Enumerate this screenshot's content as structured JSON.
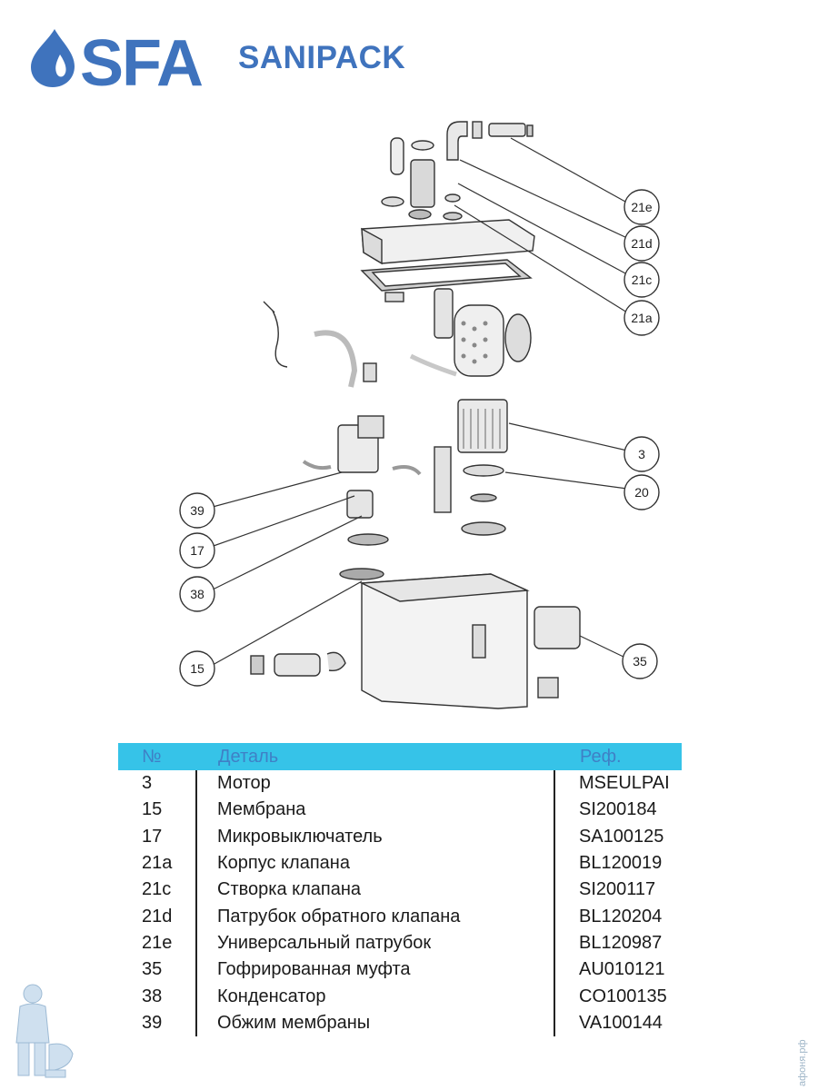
{
  "brand": {
    "logo_text": "SFA",
    "product": "SANIPACK",
    "color": "#3f73bd"
  },
  "callouts": [
    "21e",
    "21d",
    "21c",
    "21a",
    "3",
    "20",
    "39",
    "17",
    "38",
    "15",
    "35"
  ],
  "table": {
    "header": {
      "num": "№",
      "part": "Деталь",
      "ref": "Реф."
    },
    "header_bg": "#36c3e8",
    "rows": [
      {
        "num": "3",
        "part": "Мотор",
        "ref": "MSEULPAI"
      },
      {
        "num": "15",
        "part": "Мембрана",
        "ref": "SI200184"
      },
      {
        "num": "17",
        "part": "Микровыключатель",
        "ref": "SA100125"
      },
      {
        "num": "21a",
        "part": "Корпус клапана",
        "ref": "BL120019"
      },
      {
        "num": "21c",
        "part": "Створка клапана",
        "ref": "SI200117"
      },
      {
        "num": "21d",
        "part": "Патрубок обратного клапана",
        "ref": "BL120204"
      },
      {
        "num": "21e",
        "part": "Универсальный патрубок",
        "ref": "BL120987"
      },
      {
        "num": "35",
        "part": "Гофрированная муфта",
        "ref": "AU010121"
      },
      {
        "num": "38",
        "part": "Конденсатор",
        "ref": "CO100135"
      },
      {
        "num": "39",
        "part": "Обжим мембраны",
        "ref": "VA100144"
      }
    ]
  },
  "watermark": "афоня.рф"
}
